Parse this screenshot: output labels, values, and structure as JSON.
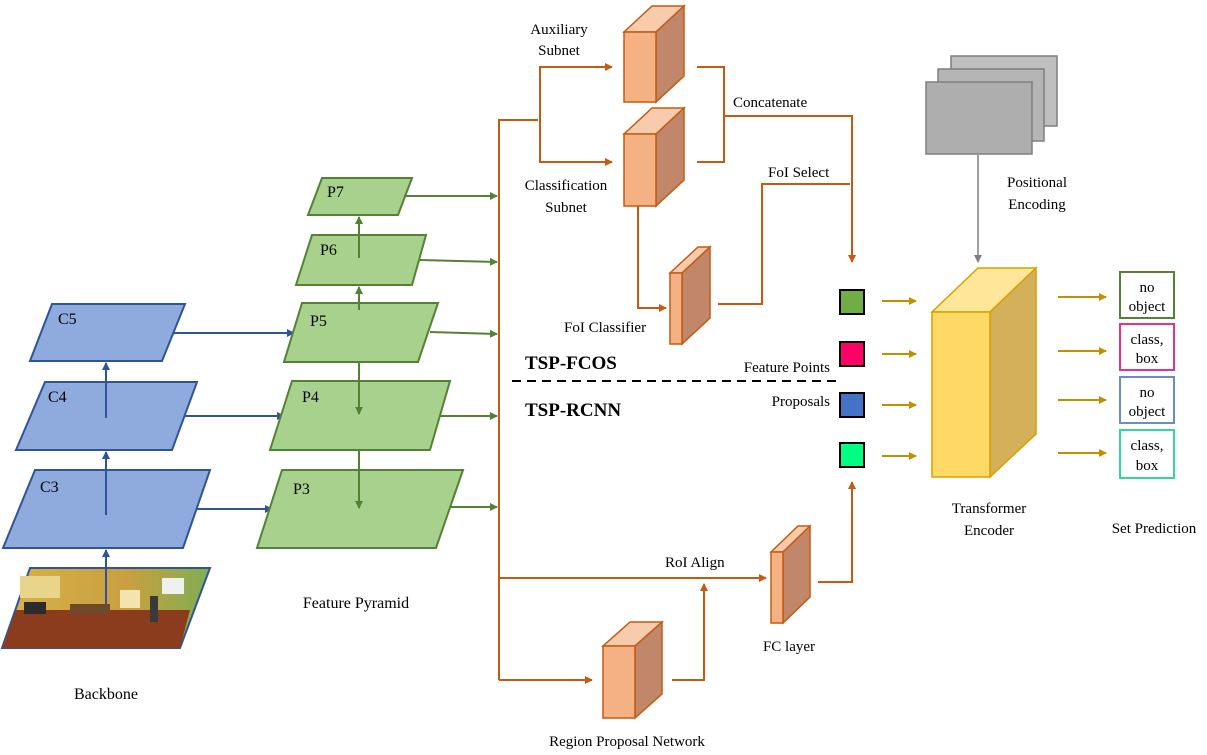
{
  "backbone": {
    "label": "Backbone",
    "levels": [
      "C5",
      "C4",
      "C3"
    ]
  },
  "pyramid": {
    "label": "Feature Pyramid",
    "levels": [
      "P7",
      "P6",
      "P5",
      "P4",
      "P3"
    ]
  },
  "heads": {
    "auxiliary": [
      "Auxiliary",
      "Subnet"
    ],
    "classification": [
      "Classification",
      "Subnet"
    ],
    "concatenate": "Concatenate",
    "foi_select": "FoI Select",
    "foi_classifier": "FoI Classifier",
    "roi_align": "RoI Align",
    "fc_layer": "FC layer",
    "rpn": "Region Proposal Network"
  },
  "variants": {
    "top": "TSP-FCOS",
    "bottom": "TSP-RCNN"
  },
  "tokens": {
    "feature_points": "Feature Points",
    "proposals": "Proposals",
    "colors": [
      "#70ad47",
      "#ff0066",
      "#4472c4",
      "#00ff80"
    ]
  },
  "positional": [
    "Positional",
    "Encoding"
  ],
  "encoder": [
    "Transformer",
    "Encoder"
  ],
  "predictions": {
    "label": "Set Prediction",
    "items": [
      {
        "lines": [
          "no",
          "object"
        ],
        "color": "#548235"
      },
      {
        "lines": [
          "class,",
          "box"
        ],
        "color": "#e0338a"
      },
      {
        "lines": [
          "no",
          "object"
        ],
        "color": "#6b8cc7"
      },
      {
        "lines": [
          "class,",
          "box"
        ],
        "color": "#33d6a0"
      }
    ]
  }
}
